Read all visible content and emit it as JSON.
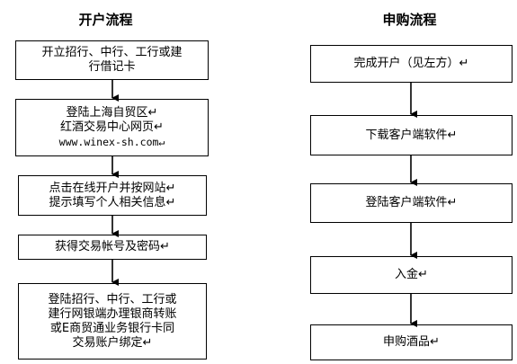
{
  "left": {
    "title": "开户流程",
    "steps": [
      [
        "开立招行、中行、工行或建",
        "行借记卡"
      ],
      [
        "登陆上海自贸区↵",
        "红酒交易中心网页↵",
        "www.winex-sh.com↵"
      ],
      [
        "点击在线开户并按网站↵",
        "提示填写个人相关信息↵"
      ],
      [
        "获得交易帐号及密码↵"
      ],
      [
        "登陆招行、中行、工行或",
        "建行网银端办理银商转账",
        "或E商贸通业务银行卡同",
        "交易账户绑定↵"
      ]
    ]
  },
  "right": {
    "title": "申购流程",
    "steps": [
      [
        "完成开户（见左方）↵"
      ],
      [
        "下载客户端软件↵"
      ],
      [
        "登陆客户端软件↵"
      ],
      [
        "入金↵"
      ],
      [
        "申购酒品↵"
      ]
    ]
  }
}
